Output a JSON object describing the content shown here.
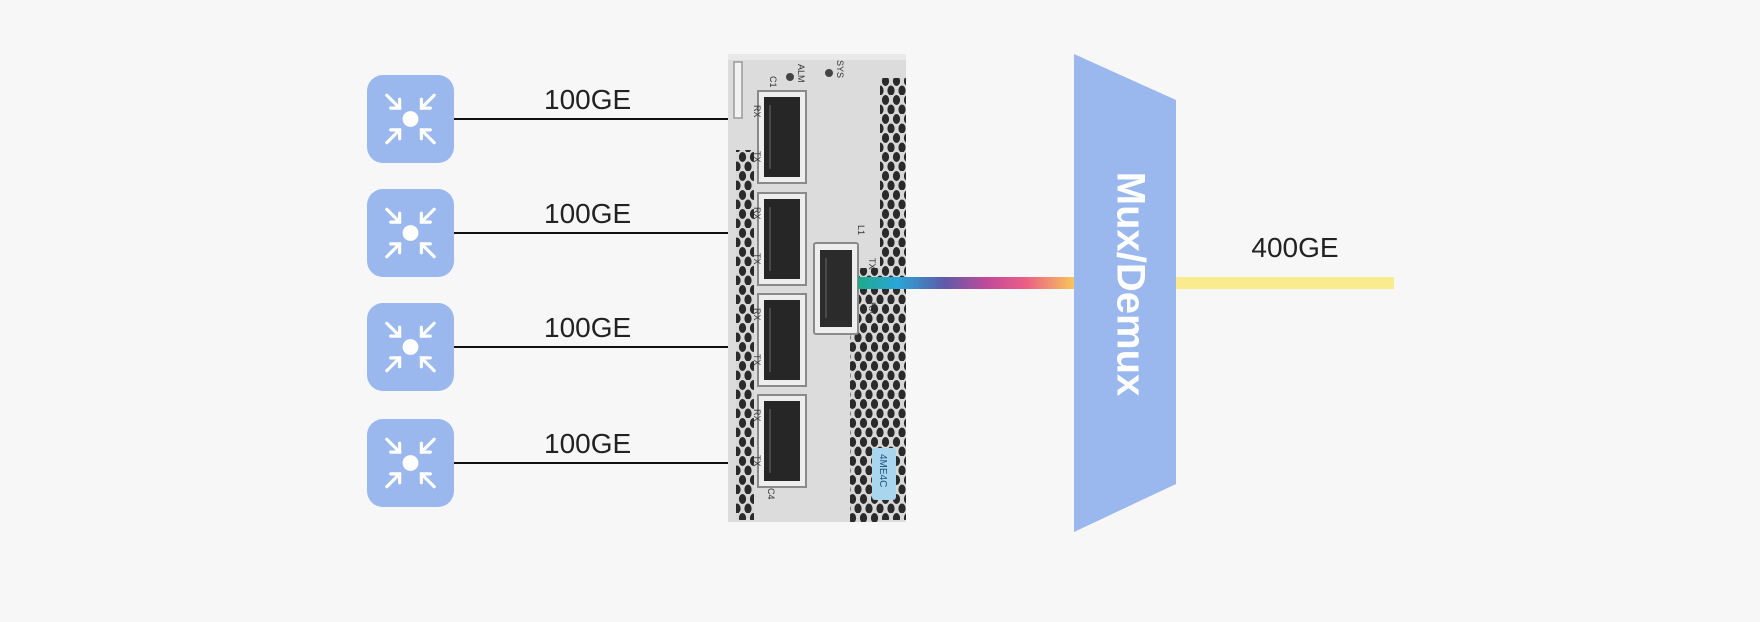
{
  "colors": {
    "background": "#f7f7f8",
    "switch_icon": "#9ab8ed",
    "mux_fill": "#9ab8ed",
    "mux_text": "#ffffff",
    "line_out": "#fbeb8f",
    "card_body": "#dcdcdc"
  },
  "clients": [
    {
      "label": "100GE",
      "icon": "switch-icon"
    },
    {
      "label": "100GE",
      "icon": "switch-icon"
    },
    {
      "label": "100GE",
      "icon": "switch-icon"
    },
    {
      "label": "100GE",
      "icon": "switch-icon"
    }
  ],
  "card": {
    "model": "4ME4C",
    "led_alm": "ALM",
    "led_sys": "SYS",
    "port_c1": "C1",
    "port_c4": "C4",
    "port_l1": "L1",
    "rx": "RX",
    "tx": "TX"
  },
  "mux": {
    "label": "Mux/Demux"
  },
  "output": {
    "label": "400GE"
  }
}
